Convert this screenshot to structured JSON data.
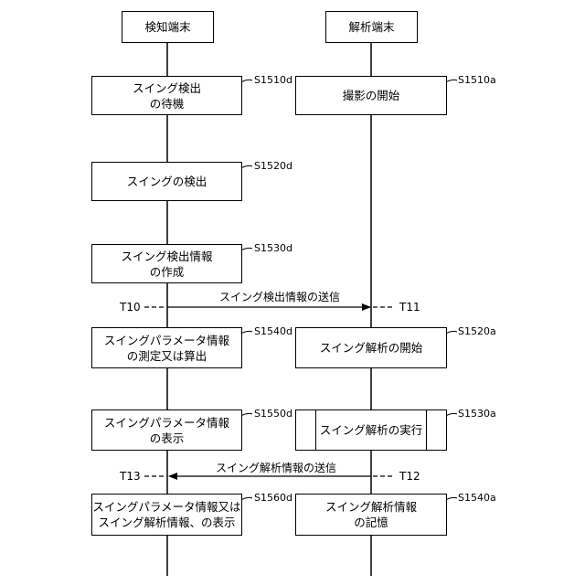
{
  "lanes": {
    "left": "検知端末",
    "right": "解析端末"
  },
  "steps": {
    "s1510d": {
      "line1": "スイング検出",
      "line2": "の待機",
      "label": "S1510d"
    },
    "s1510a": {
      "line1": "撮影の開始",
      "label": "S1510a"
    },
    "s1520d": {
      "line1": "スイングの検出",
      "label": "S1520d"
    },
    "s1530d": {
      "line1": "スイング検出情報",
      "line2": "の作成",
      "label": "S1530d"
    },
    "s1540d": {
      "line1": "スイングパラメータ情報",
      "line2": "の測定又は算出",
      "label": "S1540d"
    },
    "s1520a": {
      "line1": "スイング解析の開始",
      "label": "S1520a"
    },
    "s1550d": {
      "line1": "スイングパラメータ情報",
      "line2": "の表示",
      "label": "S1550d"
    },
    "s1530a": {
      "line1": "スイング解析の実行",
      "label": "S1530a"
    },
    "s1560d": {
      "line1": "スイングパラメータ情報又は",
      "line2": "スイング解析情報、の表示",
      "label": "S1560d"
    },
    "s1540a": {
      "line1": "スイング解析情報",
      "line2": "の記憶",
      "label": "S1540a"
    }
  },
  "messages": {
    "m1": {
      "label": "スイング検出情報の送信",
      "from_time": "T10",
      "to_time": "T11"
    },
    "m2": {
      "label": "スイング解析情報の送信",
      "from_time": "T12",
      "to_time": "T13"
    }
  }
}
